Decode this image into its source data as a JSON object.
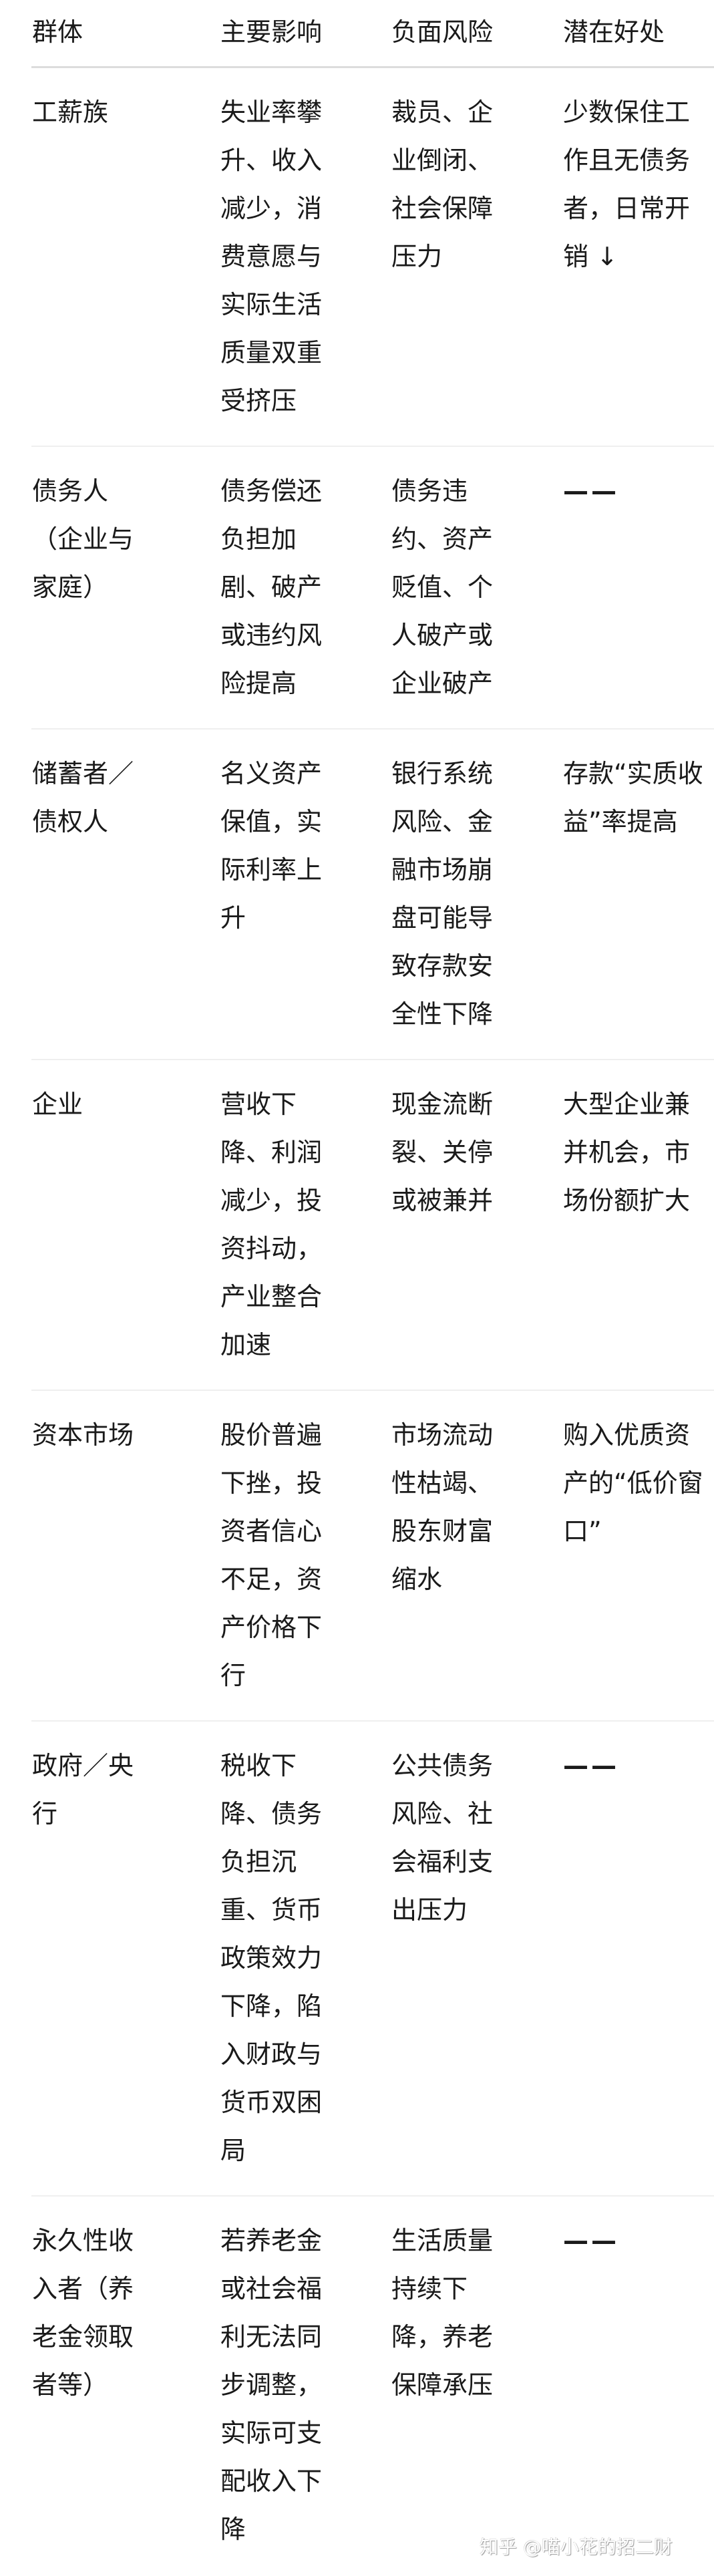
{
  "table": {
    "headers": [
      "群体",
      "主要影响",
      "负面风险",
      "潜在好处"
    ],
    "rows": [
      {
        "group": "工薪族",
        "impact": "失业率攀\n升、收入\n减少，消\n费意愿与\n实际生活\n质量双重\n受挤压",
        "risk": "裁员、企\n业倒闭、\n社会保障\n压力",
        "benefit": "少数保住工\n作且无债务\n者，日常开\n销 ↓"
      },
      {
        "group": "债务人\n（企业与\n家庭）",
        "impact": "债务偿还\n负担加\n剧、破产\n或违约风\n险提高",
        "risk": "债务违\n约、资产\n贬值、个\n人破产或\n企业破产",
        "benefit": "——"
      },
      {
        "group": "储蓄者／\n债权人",
        "impact": "名义资产\n保值，实\n际利率上\n升",
        "risk": "银行系统\n风险、金\n融市场崩\n盘可能导\n致存款安\n全性下降",
        "benefit": "存款“实质收\n益”率提高"
      },
      {
        "group": "企业",
        "impact": "营收下\n降、利润\n减少，投\n资抖动，\n产业整合\n加速",
        "risk": "现金流断\n裂、关停\n或被兼并",
        "benefit": "大型企业兼\n并机会，市\n场份额扩大"
      },
      {
        "group": "资本市场",
        "impact": "股价普遍\n下挫，投\n资者信心\n不足，资\n产价格下\n行",
        "risk": "市场流动\n性枯竭、\n股东财富\n缩水",
        "benefit": "购入优质资\n产的“低价窗\n口”"
      },
      {
        "group": "政府／央\n行",
        "impact": "税收下\n降、债务\n负担沉\n重、货币\n政策效力\n下降，陷\n入财政与\n货币双困\n局",
        "risk": "公共债务\n风险、社\n会福利支\n出压力",
        "benefit": "——"
      },
      {
        "group": "永久性收\n入者（养\n老金领取\n者等）",
        "impact": "若养老金\n或社会福\n利无法同\n步调整，\n实际可支\n配收入下\n降",
        "risk": "生活质量\n持续下\n降，养老\n保障承压",
        "benefit": "——"
      }
    ]
  },
  "watermark": "知乎 @喵小花的招二财",
  "colors": {
    "text": "#1a1a1a",
    "header_divider": "#dcdcdc",
    "row_divider": "#efefef",
    "background": "#ffffff"
  }
}
